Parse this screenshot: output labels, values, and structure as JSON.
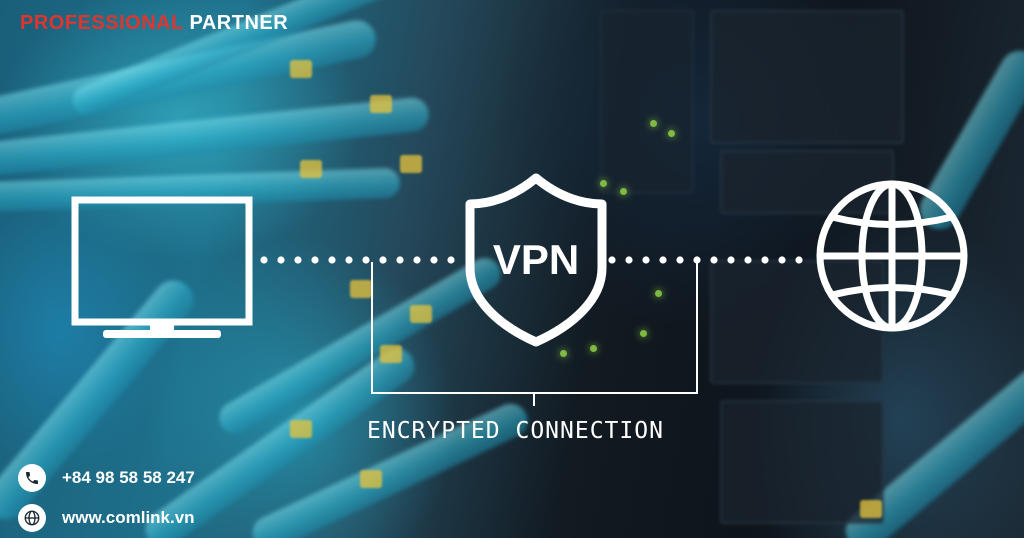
{
  "brand": {
    "part1": "PROFESSIONAL",
    "part2": "PARTNER"
  },
  "diagram": {
    "shield_text": "VPN",
    "caption": "ENCRYPTED CONNECTION",
    "left_icon": "monitor-icon",
    "center_icon": "shield-icon",
    "right_icon": "globe-icon"
  },
  "contact": {
    "phone": "+84 98 58 58 247",
    "website": "www.comlink.vn",
    "phone_icon": "phone-icon",
    "web_icon": "globe-icon"
  },
  "colors": {
    "brand_red": "#e0342f",
    "white": "#ffffff"
  }
}
